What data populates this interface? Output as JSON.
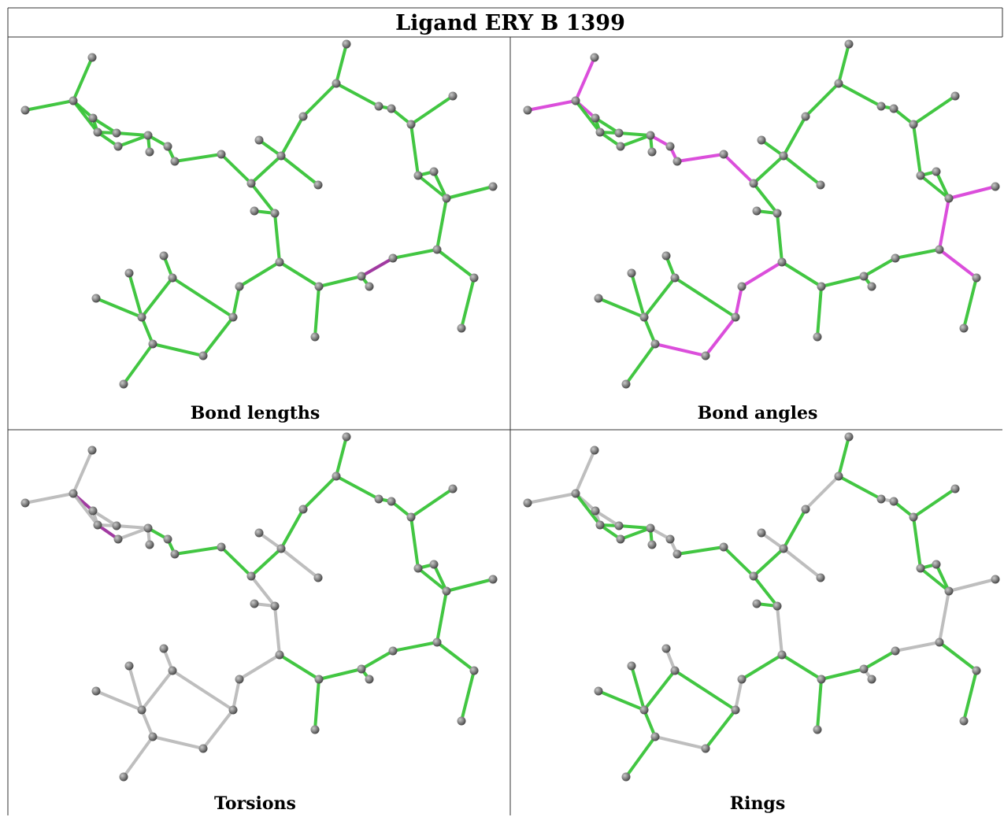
{
  "title": "Ligand ERY B 1399",
  "panels": [
    {
      "caption": "Bond lengths"
    },
    {
      "caption": "Bond angles"
    },
    {
      "caption": "Torsions"
    },
    {
      "caption": "Rings"
    }
  ]
}
